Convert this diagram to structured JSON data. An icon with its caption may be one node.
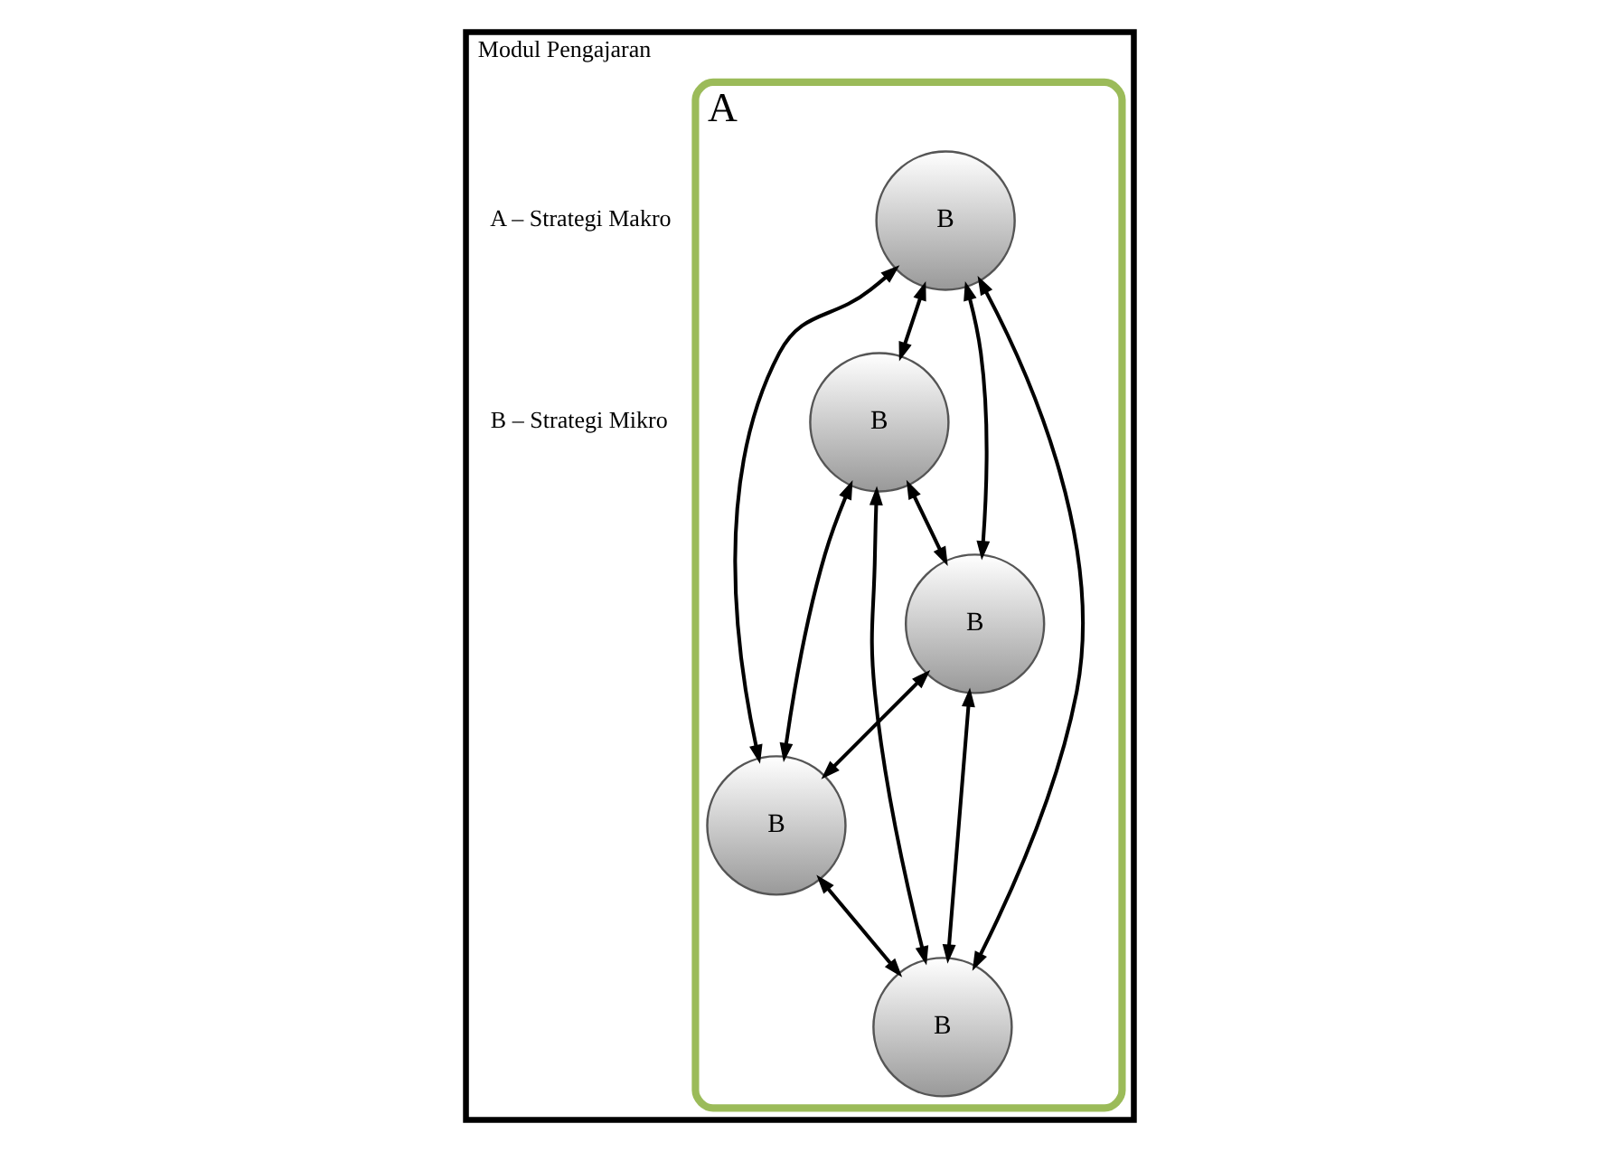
{
  "diagram": {
    "nodes": [
      {
        "text": [
          "Modul Pengajaran"
        ]
      },
      {
        "text": [
          "A"
        ],
        "in": 0
      },
      {
        "text": [
          "B"
        ],
        "in": 1
      },
      {
        "text": [
          "B"
        ],
        "in": 1
      },
      {
        "text": [
          "B"
        ],
        "in": 1
      },
      {
        "text": [
          "B"
        ],
        "in": 1
      },
      {
        "text": [
          "B"
        ],
        "in": 1
      }
    ],
    "edges": [
      {
        "from": 2,
        "to": 3,
        "arrow": "both"
      },
      {
        "from": 2,
        "to": 4,
        "arrow": "both"
      },
      {
        "from": 2,
        "to": 5,
        "arrow": "both"
      },
      {
        "from": 2,
        "to": 6,
        "arrow": "both"
      },
      {
        "from": 3,
        "to": 4,
        "arrow": "both"
      },
      {
        "from": 3,
        "to": 5,
        "arrow": "both"
      },
      {
        "from": 3,
        "to": 6,
        "arrow": "both"
      },
      {
        "from": 4,
        "to": 5,
        "arrow": "both"
      },
      {
        "from": 4,
        "to": 6,
        "arrow": "both"
      },
      {
        "from": 5,
        "to": 6,
        "arrow": "both"
      }
    ],
    "labels": [
      "A – Strategi Makro",
      "B – Strategi Mikro"
    ]
  }
}
